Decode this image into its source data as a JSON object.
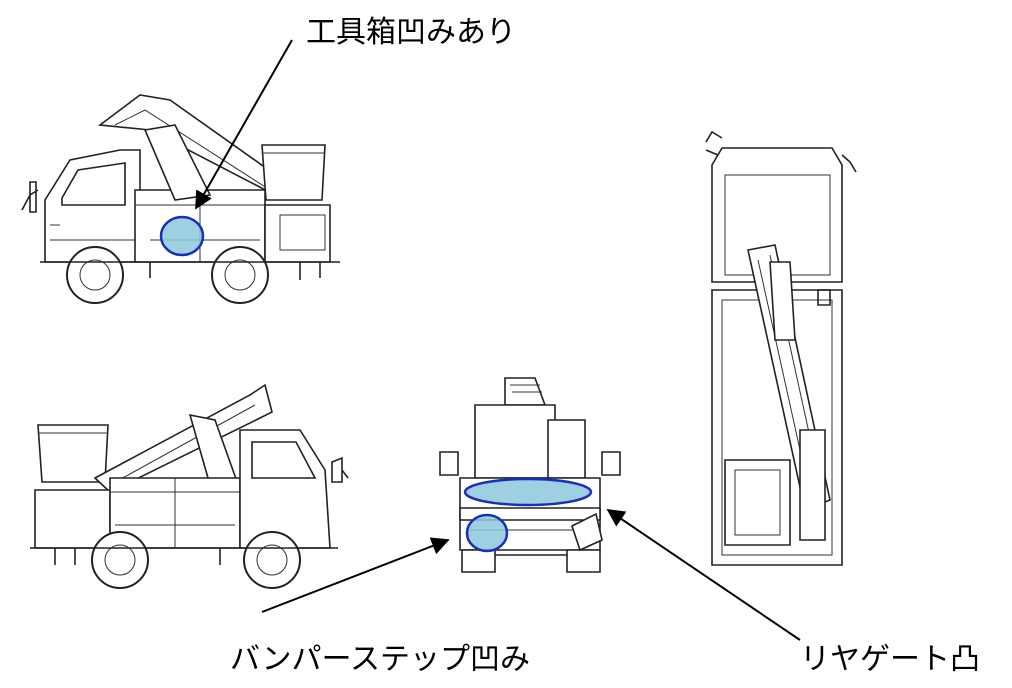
{
  "annotations": {
    "toolbox_dent": "工具箱凹みあり",
    "bumper_step_dent": "バンパーステップ凹み",
    "rear_gate_bump": "リヤゲート凸"
  },
  "colors": {
    "highlight_fill": "#8ec8dc",
    "highlight_stroke": "#1a2fb8",
    "line": "#222222"
  }
}
